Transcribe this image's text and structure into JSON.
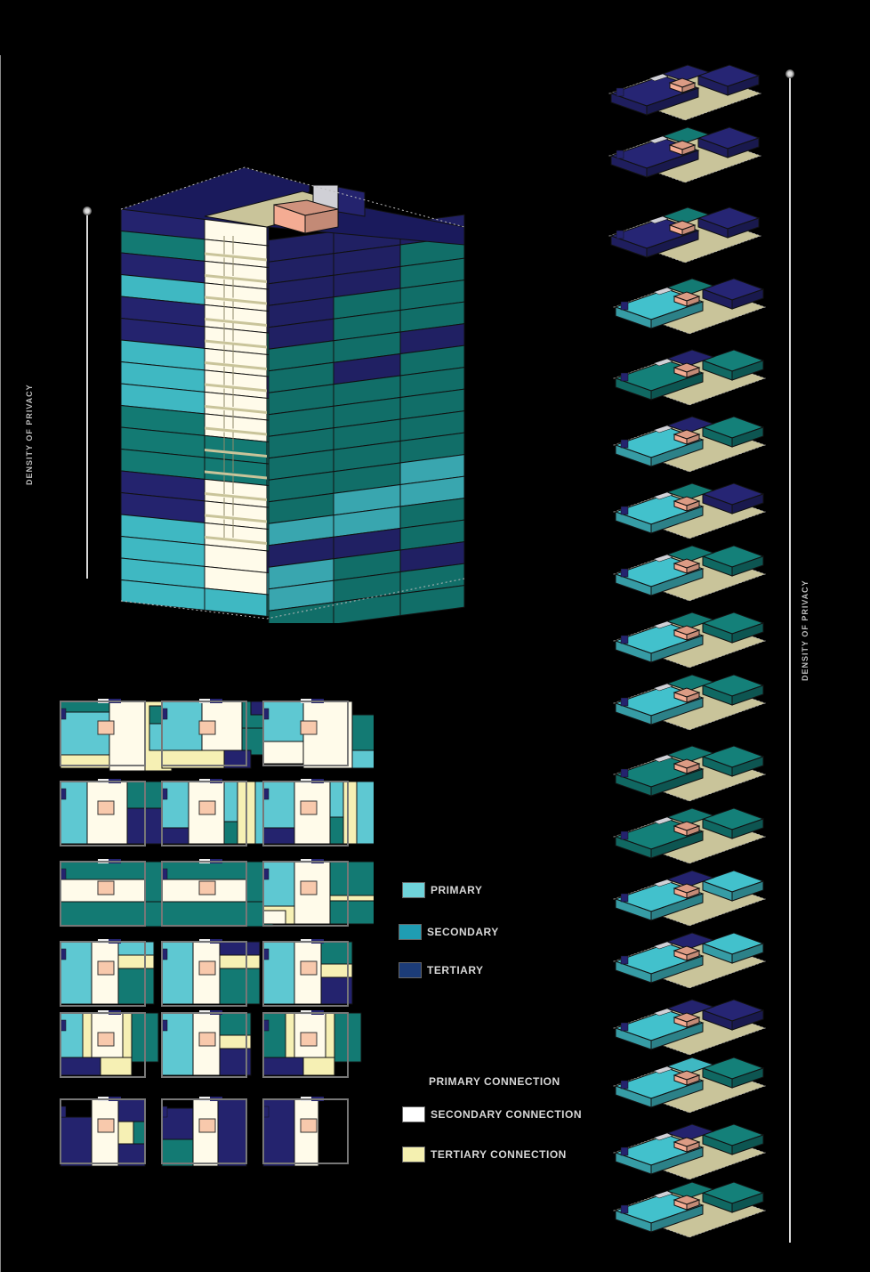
{
  "colors": {
    "primary": "#5ec8d2",
    "primary_dark": "#3fb8c2",
    "secondary": "#137a73",
    "secondary_legend": "#1f9db3",
    "tertiary": "#24236e",
    "tertiary_top": "#1a1a5c",
    "core_white": "#fffbea",
    "tertiary_connection": "#f6f0b4",
    "corridor": "#c9c49a",
    "stair_pink": "#f4ac93",
    "grey_block": "#d0d0d6",
    "outline": "#111111",
    "background": "#000000"
  },
  "left_axis": {
    "label": "DENSITY OF PRIVACY"
  },
  "right_axis": {
    "label": "DENSITY OF PRIVACY"
  },
  "legend": {
    "programs": [
      {
        "label": "PRIMARY",
        "color": "#6fd3da"
      },
      {
        "label": "SECONDARY",
        "color": "#1f9db3"
      },
      {
        "label": "TERTIARY",
        "color": "#1c3c78"
      }
    ],
    "connections": [
      {
        "label": "PRIMARY CONNECTION",
        "color": null
      },
      {
        "label": "SECONDARY CONNECTION",
        "color": "#ffffff"
      },
      {
        "label": "TERTIARY CONNECTION",
        "color": "#f4f0b0"
      }
    ]
  },
  "floor_plans": {
    "count": 18,
    "rows": 6,
    "cols": 3
  },
  "exploded_floors": {
    "count": 18
  },
  "tower": {
    "floors": 18
  }
}
